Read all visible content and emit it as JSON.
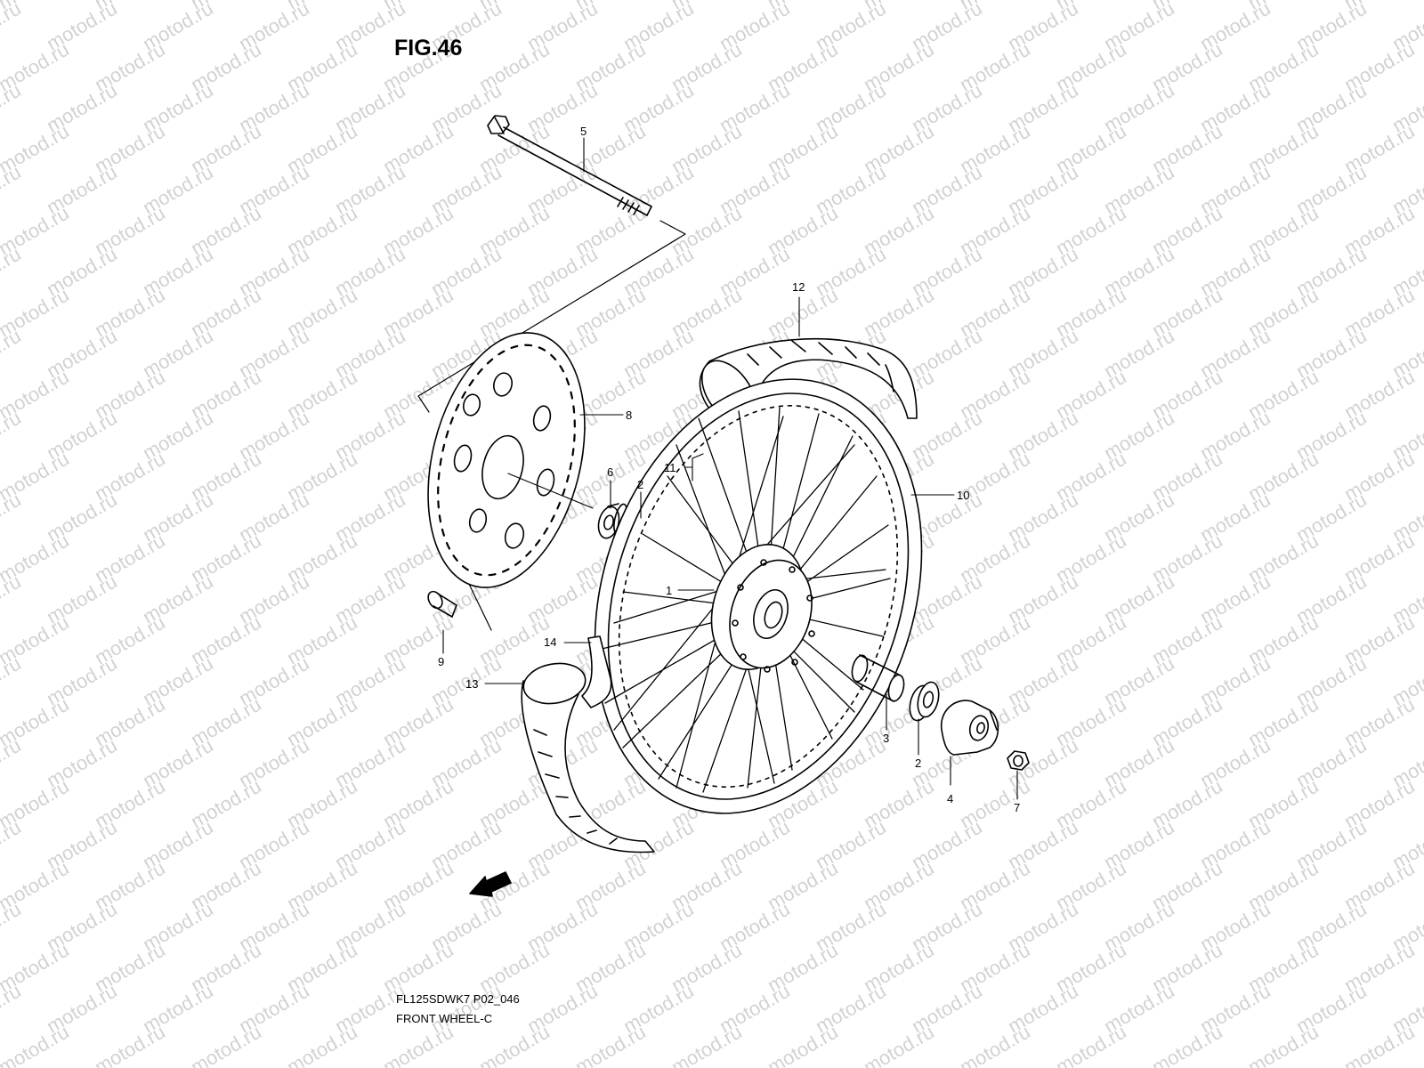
{
  "figure": {
    "title": "FIG.46",
    "code": "FL125SDWK7 P02_046",
    "name": "FRONT WHEEL-C"
  },
  "watermark": {
    "text": "motod.ru"
  },
  "direction_marker": {
    "label": "FWD"
  },
  "callouts": {
    "c1": "1",
    "c2a": "2",
    "c2b": "2",
    "c3": "3",
    "c4": "4",
    "c5": "5",
    "c6": "6",
    "c7": "7",
    "c8": "8",
    "c9": "9",
    "c10": "10",
    "c11": "11",
    "c12": "12",
    "c13": "13",
    "c14": "14"
  },
  "colors": {
    "line": "#000000",
    "watermark": "#d2d2d2",
    "background": "#ffffff"
  }
}
